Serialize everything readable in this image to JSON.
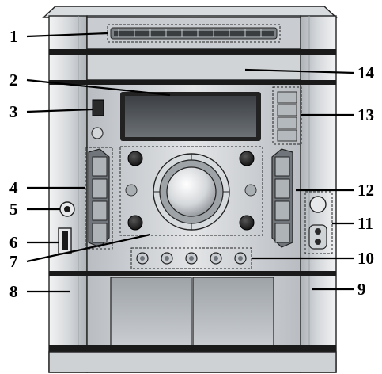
{
  "callouts": [
    {
      "id": "1",
      "label": "1"
    },
    {
      "id": "2",
      "label": "2"
    },
    {
      "id": "3",
      "label": "3"
    },
    {
      "id": "4",
      "label": "4"
    },
    {
      "id": "5",
      "label": "5"
    },
    {
      "id": "6",
      "label": "6"
    },
    {
      "id": "7",
      "label": "7"
    },
    {
      "id": "8",
      "label": "8"
    },
    {
      "id": "9",
      "label": "9"
    },
    {
      "id": "10",
      "label": "10"
    },
    {
      "id": "11",
      "label": "11"
    },
    {
      "id": "12",
      "label": "12"
    },
    {
      "id": "13",
      "label": "13"
    },
    {
      "id": "14",
      "label": "14"
    }
  ],
  "colors": {
    "body_light": "#e4e6e8",
    "body_mid": "#c4c8cc",
    "body_dark": "#8c9196",
    "band": "#1a1a1a",
    "display": "#4a4e52",
    "button_dark": "#222222"
  }
}
